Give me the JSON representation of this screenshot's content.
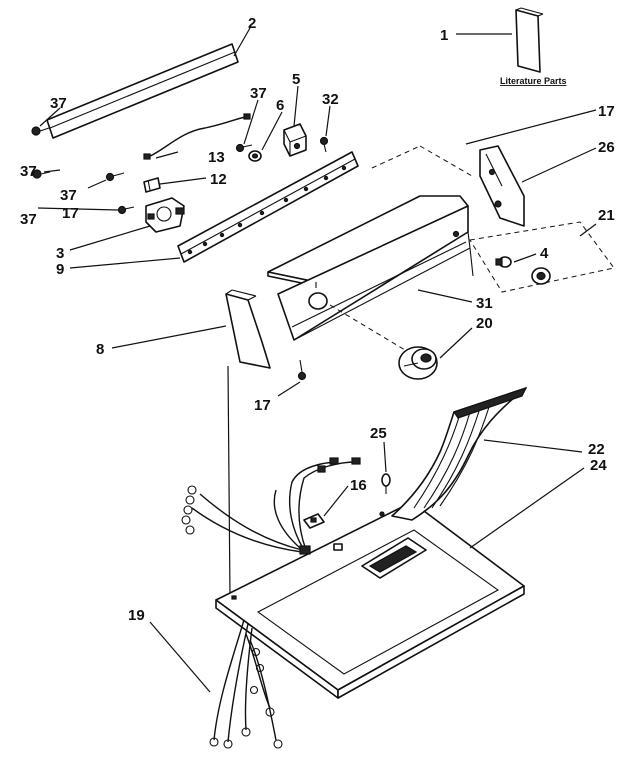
{
  "literature_label": "Literature Parts",
  "callouts": [
    {
      "id": "c1",
      "text": "1"
    },
    {
      "id": "c2",
      "text": "2"
    },
    {
      "id": "c37a",
      "text": "37"
    },
    {
      "id": "c37b",
      "text": "37"
    },
    {
      "id": "c5",
      "text": "5"
    },
    {
      "id": "c32",
      "text": "32"
    },
    {
      "id": "c6",
      "text": "6"
    },
    {
      "id": "c37c",
      "text": "37"
    },
    {
      "id": "c17a",
      "text": "17"
    },
    {
      "id": "c26",
      "text": "26"
    },
    {
      "id": "c13",
      "text": "13"
    },
    {
      "id": "c12",
      "text": "12"
    },
    {
      "id": "c37d",
      "text": "37"
    },
    {
      "id": "c37e",
      "text": "37"
    },
    {
      "id": "c17b",
      "text": "17"
    },
    {
      "id": "c21",
      "text": "21"
    },
    {
      "id": "c3",
      "text": "3"
    },
    {
      "id": "c4",
      "text": "4"
    },
    {
      "id": "c9",
      "text": "9"
    },
    {
      "id": "c31",
      "text": "31"
    },
    {
      "id": "c20",
      "text": "20"
    },
    {
      "id": "c8",
      "text": "8"
    },
    {
      "id": "c17c",
      "text": "17"
    },
    {
      "id": "c25",
      "text": "25"
    },
    {
      "id": "c22",
      "text": "22"
    },
    {
      "id": "c24",
      "text": "24"
    },
    {
      "id": "c16",
      "text": "16"
    },
    {
      "id": "c19",
      "text": "19"
    }
  ]
}
